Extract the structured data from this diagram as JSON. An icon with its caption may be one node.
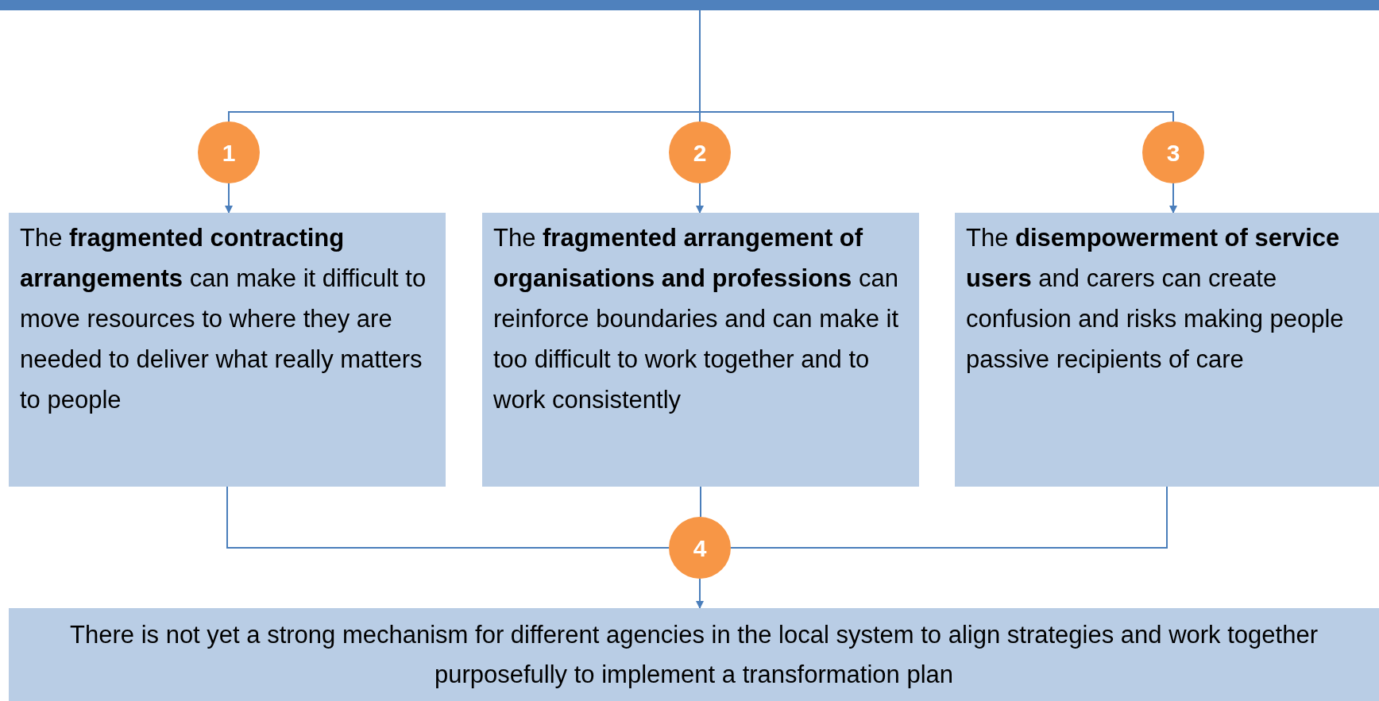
{
  "diagram": {
    "nodes": [
      {
        "text": [],
        "shape": "bar"
      },
      {
        "text": [
          "1"
        ]
      },
      {
        "text": [
          "2"
        ]
      },
      {
        "text": [
          "3"
        ]
      },
      {
        "text": [
          "The **fragmented contracting arrangements** can make it difficult to move resources to where they are needed to deliver what really matters to people"
        ]
      },
      {
        "text": [
          "The **fragmented arrangement of organisations and professions** can reinforce boundaries and can make it too difficult to work together and to work consistently"
        ]
      },
      {
        "text": [
          "The **disempowerment of service users** and carers can create confusion and risks making people passive recipients of care"
        ]
      },
      {
        "text": [
          "4"
        ]
      },
      {
        "text": [
          "There is not yet a strong mechanism for different agencies in the local system to align strategies and work together purposefully to implement a transformation plan"
        ]
      }
    ],
    "edges": [
      {
        "from": 0,
        "to": 1,
        "arrow": "none"
      },
      {
        "from": 0,
        "to": 2,
        "arrow": "none"
      },
      {
        "from": 0,
        "to": 3,
        "arrow": "none"
      },
      {
        "from": 1,
        "to": 4,
        "arrow": "to"
      },
      {
        "from": 2,
        "to": 5,
        "arrow": "to"
      },
      {
        "from": 3,
        "to": 6,
        "arrow": "to"
      },
      {
        "from": 4,
        "to": 7,
        "arrow": "none"
      },
      {
        "from": 5,
        "to": 7,
        "arrow": "none"
      },
      {
        "from": 6,
        "to": 7,
        "arrow": "none"
      },
      {
        "from": 7,
        "to": 8,
        "arrow": "to"
      }
    ]
  }
}
